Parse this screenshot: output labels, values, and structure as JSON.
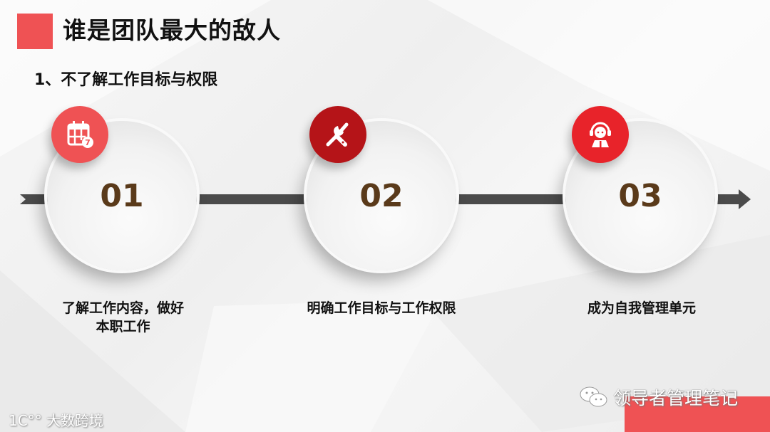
{
  "slide": {
    "title": "谁是团队最大的敌人",
    "subtitle": "1、不了解工作目标与权限",
    "accent_color": "#ef5254"
  },
  "steps": [
    {
      "number": "01",
      "icon": "calendar-icon",
      "icon_bg": "#ef5254",
      "label_line1": "了解工作内容，做好",
      "label_line2": "本职工作"
    },
    {
      "number": "02",
      "icon": "tools-icon",
      "icon_bg": "#b51418",
      "label_line1": "明确工作目标与工作权限",
      "label_line2": ""
    },
    {
      "number": "03",
      "icon": "customer-service-icon",
      "icon_bg": "#e8232a",
      "label_line1": "成为自我管理单元",
      "label_line2": ""
    }
  ],
  "footer": {
    "left_watermark": "大数跨境",
    "left_logo": "1C°°",
    "right_watermark": "领导者管理笔记"
  }
}
